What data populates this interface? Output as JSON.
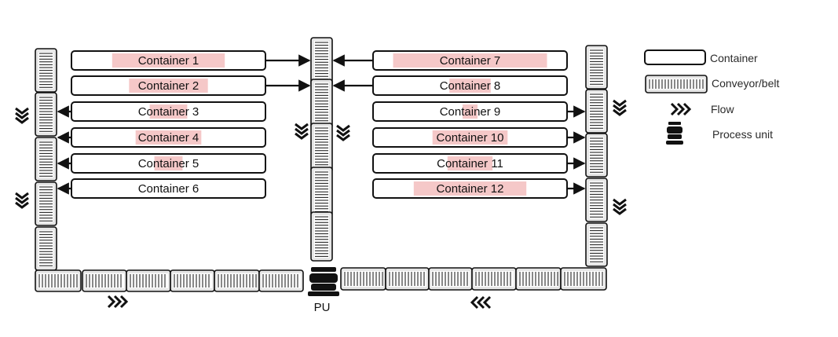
{
  "containers_left": [
    {
      "label": "Container 1",
      "fill": 0.6,
      "dir": "right"
    },
    {
      "label": "Container 2",
      "fill": 0.42,
      "dir": "right"
    },
    {
      "label": "Container 3",
      "fill": 0.2,
      "dir": "left"
    },
    {
      "label": "Container 4",
      "fill": 0.35,
      "dir": "left"
    },
    {
      "label": "Container 5",
      "fill": 0.15,
      "dir": "left"
    },
    {
      "label": "Container 6",
      "fill": 0.0,
      "dir": "left"
    }
  ],
  "containers_right": [
    {
      "label": "Container 7",
      "fill": 0.82,
      "dir": "left"
    },
    {
      "label": "Container 8",
      "fill": 0.22,
      "dir": "left"
    },
    {
      "label": "Container 9",
      "fill": 0.08,
      "dir": "right"
    },
    {
      "label": "Container 10",
      "fill": 0.4,
      "dir": "right"
    },
    {
      "label": "Container 11",
      "fill": 0.24,
      "dir": "right"
    },
    {
      "label": "Container 12",
      "fill": 0.6,
      "dir": "right"
    }
  ],
  "process_unit_label": "PU",
  "legend": {
    "container": "Container",
    "conveyor": "Conveyor/belt",
    "flow": "Flow",
    "process_unit": "Process unit"
  },
  "colors": {
    "fill_highlight": "#f5c8c8",
    "stroke": "#111111",
    "belt_fill": "#e6e6e6",
    "legend_text": "#2a2a2a"
  }
}
